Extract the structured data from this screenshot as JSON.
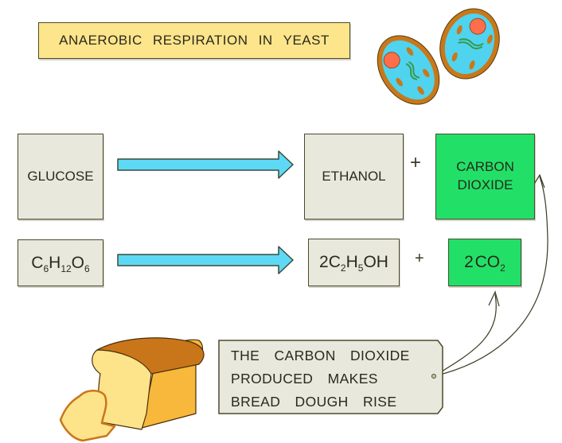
{
  "title": "ANAEROBIC RESPIRATION IN YEAST",
  "colors": {
    "title_fill": "#fde58b",
    "reactant_fill": "#e9e8dc",
    "co2_fill": "#22e067",
    "arrow_fill": "#5ed9f5",
    "yeast_cytoplasm": "#4fd3ef",
    "yeast_wall": "#c8781a",
    "yeast_nucleus": "#ff6e4a",
    "bread_crust": "#c9761a",
    "bread_side": "#f7b83c",
    "bread_crumb": "#fde38a"
  },
  "word_equation": {
    "reactant": "GLUCOSE",
    "product_1": "ETHANOL",
    "plus": "+",
    "product_2_line1": "CARBON",
    "product_2_line2": "DIOXIDE"
  },
  "symbol_equation": {
    "reactant": {
      "parts": [
        [
          "C",
          "6"
        ],
        [
          "H",
          "12"
        ],
        [
          "O",
          "6"
        ]
      ]
    },
    "product_1": {
      "coef": "2",
      "parts": [
        [
          "C",
          "2"
        ],
        [
          "H",
          "5"
        ],
        [
          "OH",
          ""
        ]
      ]
    },
    "plus": "+",
    "product_2": {
      "coef": "2",
      "parts": [
        [
          "CO",
          "2"
        ]
      ]
    }
  },
  "note": {
    "line1": "THE CARBON DIOXIDE",
    "line2": "PRODUCED MAKES",
    "line3": "BREAD DOUGH RISE"
  },
  "illustrations": [
    "yeast-cells-icon",
    "bread-loaf-icon"
  ]
}
